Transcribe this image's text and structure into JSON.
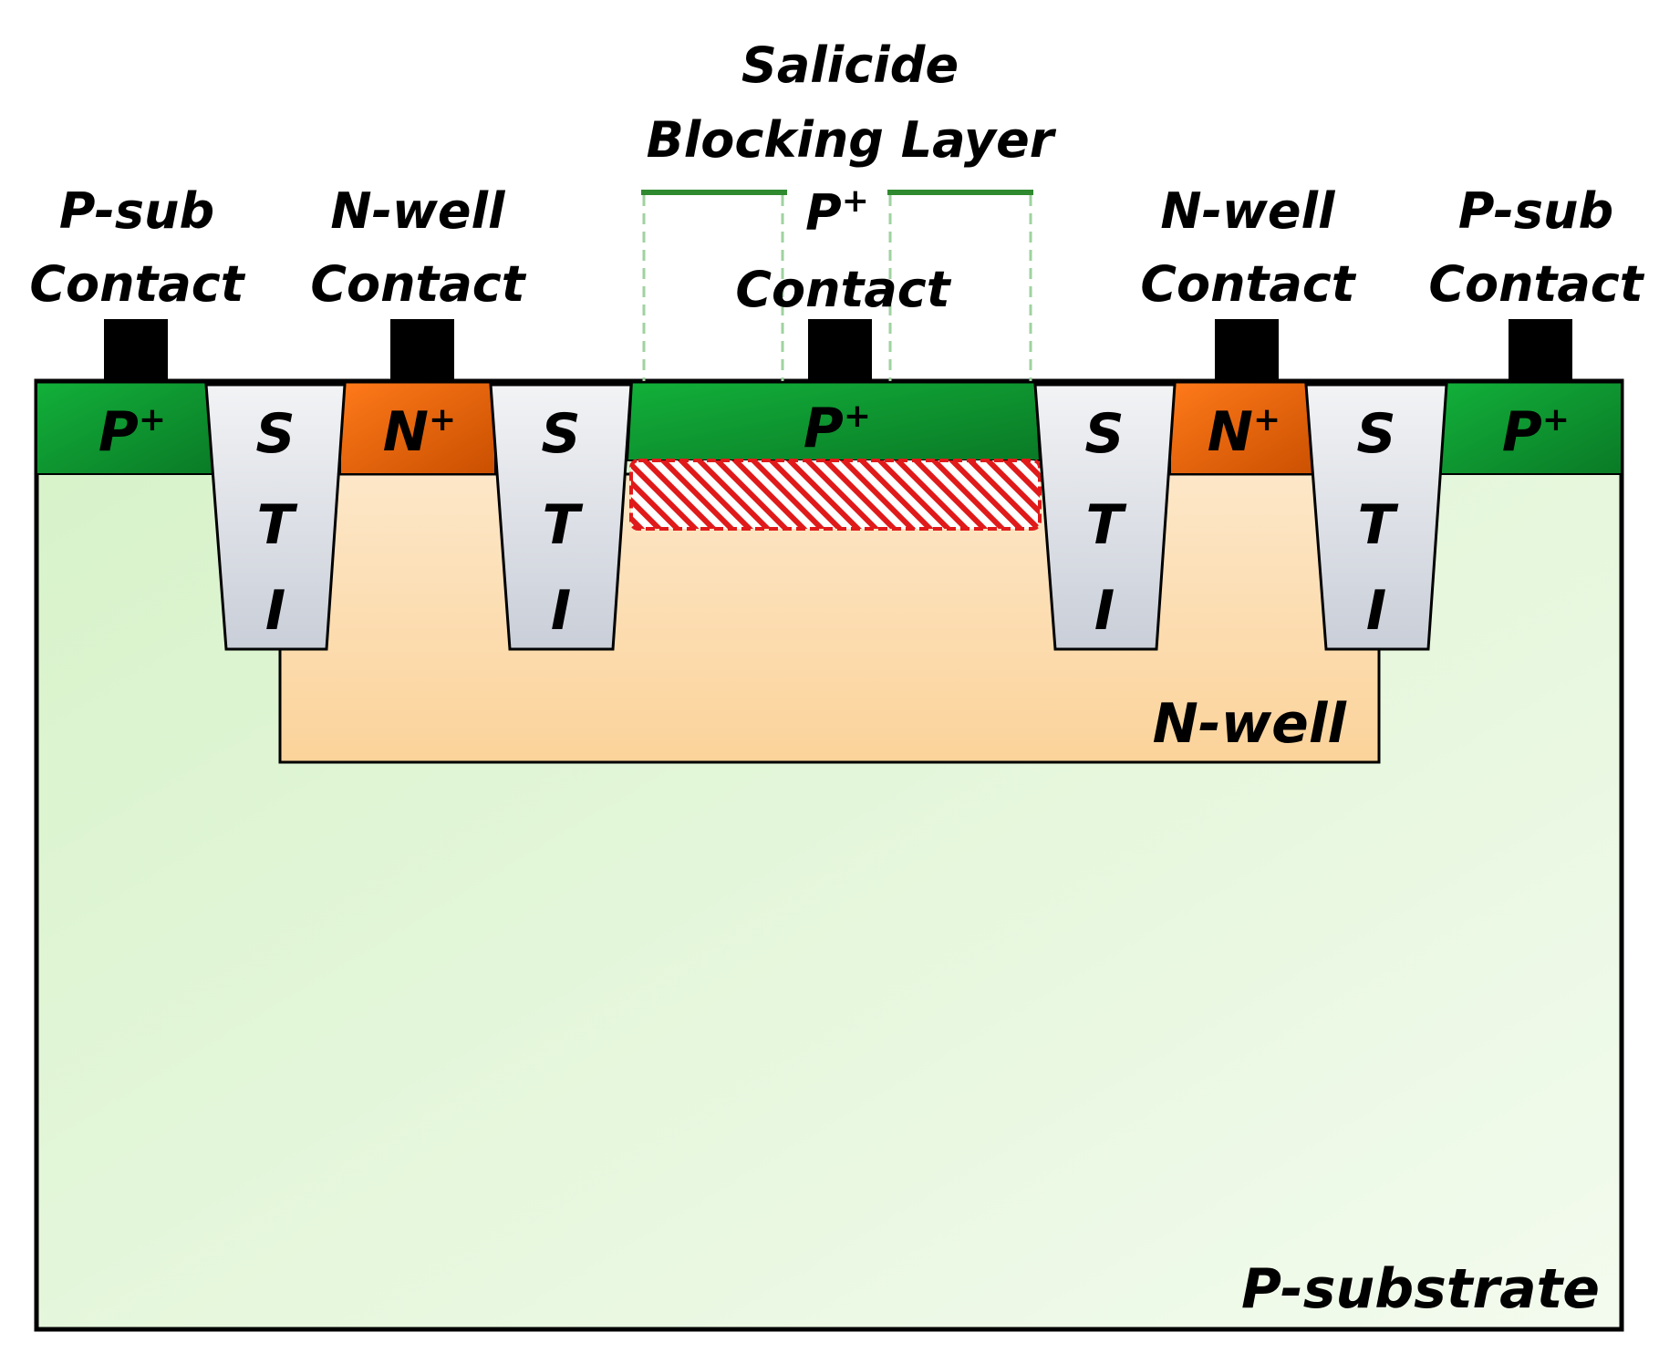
{
  "labels": {
    "salicide_line1": "Salicide",
    "salicide_line2": "Blocking Layer",
    "psub_contact_left_line1": "P-sub",
    "psub_contact_left_line2": "Contact",
    "nwell_contact_left_line1": "N-well",
    "nwell_contact_left_line2": "Contact",
    "p_contact_center_main": "P",
    "p_contact_center_sup": "+",
    "p_contact_center_line2": "Contact",
    "nwell_contact_right_line1": "N-well",
    "nwell_contact_right_line2": "Contact",
    "psub_contact_right_line1": "P-sub",
    "psub_contact_right_line2": "Contact"
  },
  "regions": {
    "p_plus_main": "P",
    "p_plus_sup": "+",
    "n_plus_main": "N",
    "n_plus_sup": "+",
    "sti_letters": [
      "S",
      "T",
      "I"
    ],
    "nwell": "N-well",
    "psubstrate": "P-substrate"
  },
  "colors": {
    "p_plus": "#0f9a2e",
    "n_plus": "#e8660c",
    "nwell": "#fde2b8",
    "psubstrate": "#dcf5d4",
    "sti": "#d9dde4",
    "salicide_block": "#2f8a2f",
    "hatch": "#e01a1a",
    "contact": "#000000"
  }
}
